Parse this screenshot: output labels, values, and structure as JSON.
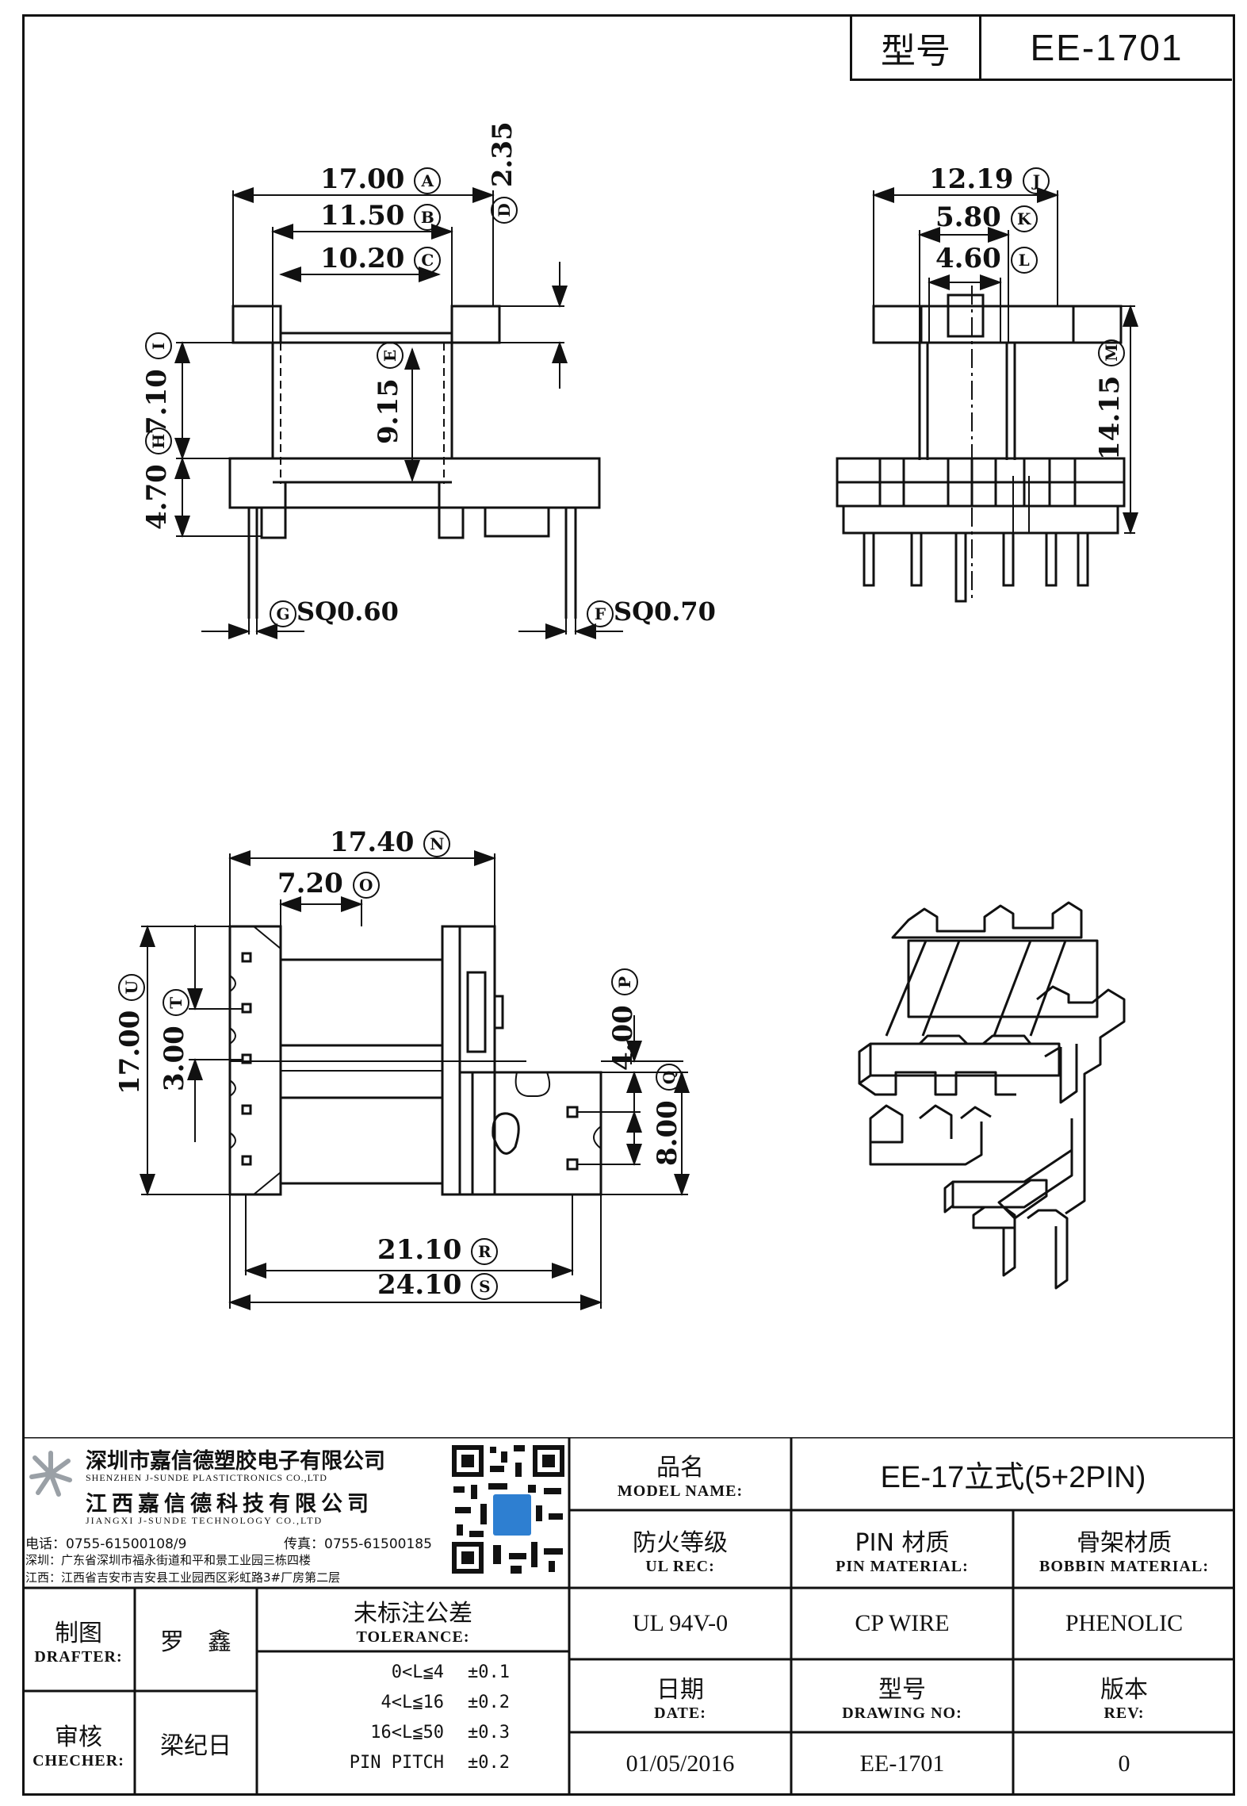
{
  "header": {
    "label": "型号",
    "model": "EE-1701"
  },
  "dims": {
    "A": "17.00",
    "B": "11.50",
    "C": "10.20",
    "D": "2.35",
    "E": "9.15",
    "F": "SQ0.70",
    "G": "SQ0.60",
    "H": "4.70",
    "I": "7.10",
    "J": "12.19",
    "K": "5.80",
    "L": "4.60",
    "M": "14.15",
    "N": "17.40",
    "O": "7.20",
    "P": "4.00",
    "Q": "8.00",
    "R": "21.10",
    "S": "24.10",
    "T": "3.00",
    "U": "17.00"
  },
  "dim_letters": {
    "A": "A",
    "B": "B",
    "C": "C",
    "D": "D",
    "E": "E",
    "F": "F",
    "G": "G",
    "H": "H",
    "I": "I",
    "J": "J",
    "K": "K",
    "L": "L",
    "M": "M",
    "N": "N",
    "O": "O",
    "P": "P",
    "Q": "Q",
    "R": "R",
    "S": "S",
    "T": "T",
    "U": "U"
  },
  "company": {
    "name_sz": "深圳市嘉信德塑胶电子有限公司",
    "name_sz_en": "SHENZHEN J-SUNDE PLASTICTRONICS CO.,LTD",
    "name_jx": "江西嘉信德科技有限公司",
    "name_jx_en": "JIANGXI J-SUNDE TECHNOLOGY CO.,LTD",
    "phone": "电话：0755-61500108/9",
    "fax": "传真：0755-61500185",
    "addr_sz": "深圳：广东省深圳市福永街道和平和景工业园三栋四楼",
    "addr_jx": "江西：江西省吉安市吉安县工业园西区彩虹路3#厂房第二层"
  },
  "title_block": {
    "model_name_cn": "品名",
    "model_name_en": "MODEL NAME:",
    "model_name_val": "EE-17立式(5+2PIN)",
    "ul_cn": "防火等级",
    "ul_en": "UL REC:",
    "ul_val": "UL 94V-0",
    "pin_cn": "PIN 材质",
    "pin_en": "PIN MATERIAL:",
    "pin_val": "CP WIRE",
    "bobbin_cn": "骨架材质",
    "bobbin_en": "BOBBIN MATERIAL:",
    "bobbin_val": "PHENOLIC",
    "drafter_cn": "制图",
    "drafter_en": "DRAFTER:",
    "drafter_val": "罗　鑫",
    "checker_cn": "审核",
    "checker_en": "CHECHER:",
    "checker_val": "梁纪日",
    "tol_cn": "未标注公差",
    "tol_en": "TOLERANCE:",
    "tol_rows": [
      {
        "range": "0<L≦4",
        "val": "±0.1"
      },
      {
        "range": "4<L≦16",
        "val": "±0.2"
      },
      {
        "range": "16<L≦50",
        "val": "±0.3"
      },
      {
        "range": "PIN PITCH",
        "val": "±0.2"
      }
    ],
    "date_cn": "日期",
    "date_en": "DATE:",
    "date_val": "01/05/2016",
    "drawing_cn": "型号",
    "drawing_en": "DRAWING NO:",
    "drawing_val": "EE-1701",
    "rev_cn": "版本",
    "rev_en": "REV:",
    "rev_val": "0"
  }
}
